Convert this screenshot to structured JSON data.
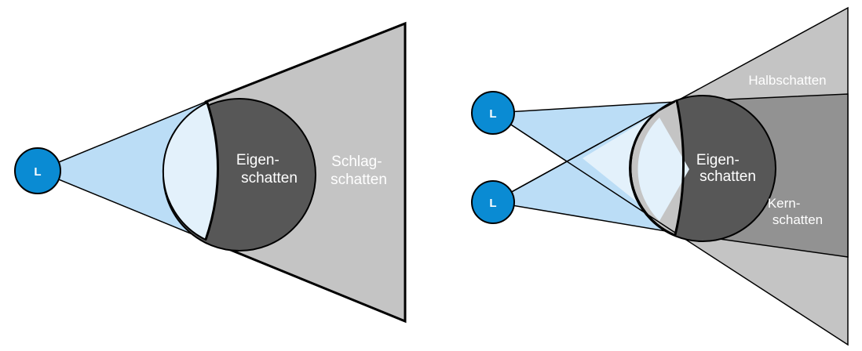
{
  "colors": {
    "light_blue": "#BBDDF6",
    "lit_face": "#E3F1FB",
    "self_shadow": "#575757",
    "cast_shadow": "#C4C4C4",
    "penumbra": "#C4C4C4",
    "umbra": "#929292",
    "source": "#0A8BD3",
    "outline": "#000000"
  },
  "left": {
    "source_label": "L",
    "self_shadow_label": [
      "Eigen-",
      "schatten"
    ],
    "cast_shadow_label": [
      "Schlag-",
      "schatten"
    ]
  },
  "right": {
    "source_top_label": "L",
    "source_bottom_label": "L",
    "self_shadow_label": [
      "Eigen-",
      "schatten"
    ],
    "penumbra_label": "Halbschatten",
    "umbra_label": [
      "Kern-",
      "schatten"
    ]
  }
}
